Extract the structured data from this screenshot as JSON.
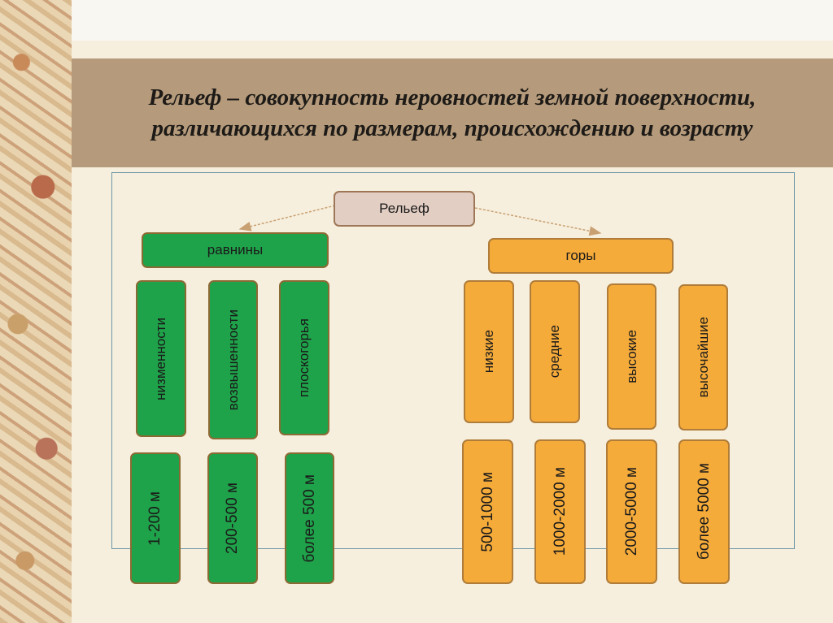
{
  "title": "Рельеф – совокупность неровностей земной поверхности, различающихся по размерам, происхождению и возрасту",
  "diagram": {
    "root": "Рельеф",
    "plains": {
      "label": "равнины",
      "types": [
        "низменности",
        "возвышенности",
        "плоскогорья"
      ],
      "heights": [
        "1-200 м",
        "200-500 м",
        "более 500 м"
      ]
    },
    "mountains": {
      "label": "горы",
      "types": [
        "низкие",
        "средние",
        "высокие",
        "высочайшие"
      ],
      "heights": [
        "500-1000 м",
        "1000-2000 м",
        "2000-5000 м",
        "более 5000 м"
      ]
    },
    "colors": {
      "plains": "#1fa34a",
      "mountains": "#f5ab3a",
      "root": "#e3cec3",
      "title_band": "#b59b7b"
    }
  }
}
